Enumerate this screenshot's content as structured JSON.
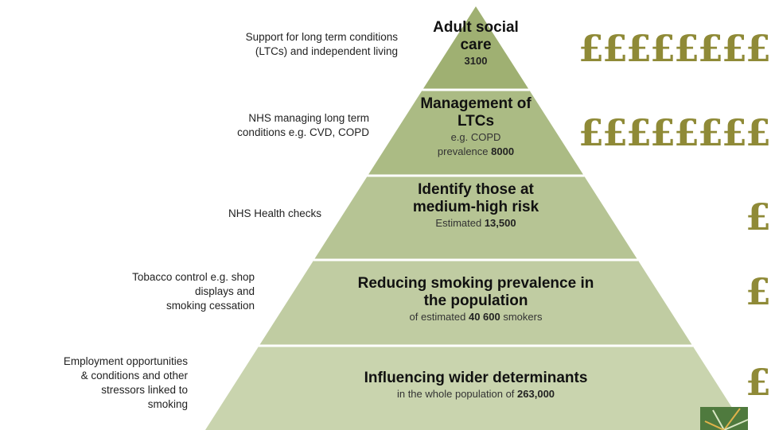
{
  "tiers": [
    {
      "title_lines": [
        "Adult social",
        "care"
      ],
      "sub_lines": [
        {
          "pre": "",
          "value": "3100",
          "post": ""
        }
      ],
      "left_label_lines": [
        "Support for long term conditions",
        "(LTCs) and independent living"
      ],
      "pounds": "££££££££",
      "fill": "#9fb072"
    },
    {
      "title_lines": [
        "Management of",
        "LTCs"
      ],
      "sub_lines": [
        {
          "pre": "e.g. COPD",
          "value": "",
          "post": ""
        },
        {
          "pre": "prevalence ",
          "value": "8000",
          "post": ""
        }
      ],
      "left_label_lines": [
        "NHS managing long term",
        "conditions e.g. CVD, COPD"
      ],
      "pounds": "££££££££",
      "fill": "#abbb84"
    },
    {
      "title_lines": [
        "Identify those at",
        "medium-high risk"
      ],
      "sub_lines": [
        {
          "pre": "Estimated ",
          "value": "13,500",
          "post": ""
        }
      ],
      "left_label_lines": [
        "NHS Health checks"
      ],
      "pounds": "£",
      "fill": "#b6c494"
    },
    {
      "title_lines": [
        "Reducing smoking prevalence in",
        "the population"
      ],
      "sub_lines": [
        {
          "pre": "of estimated ",
          "value": "40 600",
          "post": " smokers"
        }
      ],
      "left_label_lines": [
        "Tobacco control e.g. shop",
        "displays and",
        "smoking cessation"
      ],
      "pounds": "£",
      "fill": "#c0cca2"
    },
    {
      "title_lines": [
        "Influencing wider determinants"
      ],
      "sub_lines": [
        {
          "pre": "in the whole population of ",
          "value": "263,000",
          "post": ""
        }
      ],
      "left_label_lines": [
        "Employment opportunities",
        "& conditions and other",
        "stressors linked to",
        "smoking"
      ],
      "pounds": "£",
      "fill": "#c9d4ae"
    }
  ],
  "logo": {
    "icon": "leaf-burst-logo-icon",
    "bg": "#4f7a3e",
    "accent": "#e0b24a"
  }
}
